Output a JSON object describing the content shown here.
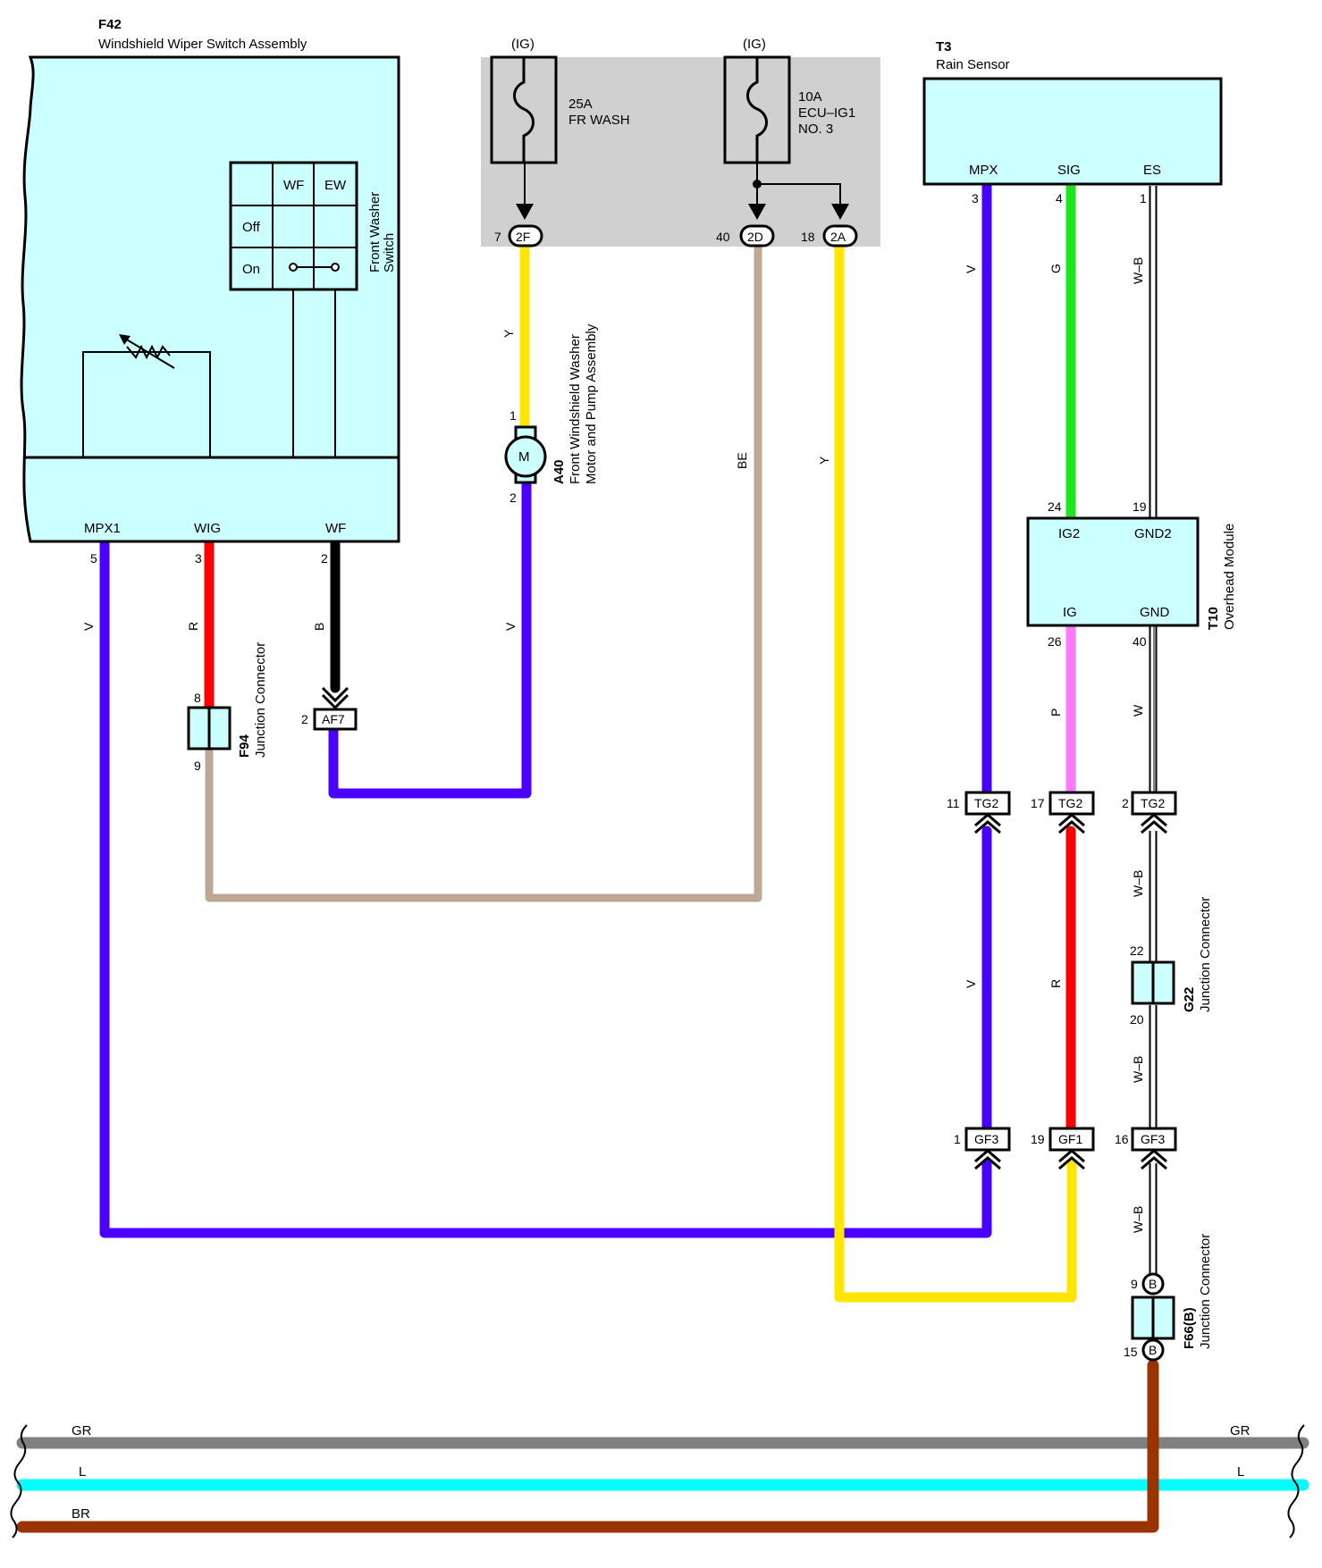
{
  "colors": {
    "V": "#4b00ff",
    "Y": "#ffe600",
    "BE": "#bca895",
    "R": "#ff0000",
    "B": "#000000",
    "G": "#1ee61e",
    "P": "#ff78ff",
    "GR": "#808080",
    "L": "#00ffff",
    "BR": "#993300",
    "component_fill": "#ccffff",
    "fuse_box": "#d0d0d0"
  },
  "components": {
    "f42": {
      "code": "F42",
      "name": "Windshield Wiper Switch Assembly",
      "switch_label_1": "Front Washer",
      "switch_label_2": "Switch",
      "col_wf": "WF",
      "col_ew": "EW",
      "row_off": "Off",
      "row_on": "On",
      "term_mpx1": "MPX1",
      "term_wig": "WIG",
      "term_wf": "WF"
    },
    "fuse_fr_wash": {
      "ig": "(IG)",
      "rating": "25A",
      "name": "FR WASH"
    },
    "fuse_ecu_ig1": {
      "ig": "(IG)",
      "rating": "10A",
      "name_1": "ECU–IG1",
      "name_2": "NO. 3"
    },
    "t3": {
      "code": "T3",
      "name": "Rain Sensor",
      "term_mpx": "MPX",
      "term_sig": "SIG",
      "term_es": "ES"
    },
    "a40": {
      "code": "A40",
      "name_1": "Front Windshield Washer",
      "name_2": "Motor and Pump Assembly",
      "symbol": "M"
    },
    "t10": {
      "code": "T10",
      "name": "Overhead Module",
      "term_ig2": "IG2",
      "term_gnd2": "GND2",
      "term_ig": "IG",
      "term_gnd": "GND"
    },
    "f94": {
      "code": "F94",
      "name": "Junction Connector"
    },
    "g22": {
      "code": "G22",
      "name": "Junction Connector"
    },
    "f66": {
      "code": "F66(B)",
      "name": "Junction Connector",
      "marker": "B"
    }
  },
  "connectors": {
    "c2f": "2F",
    "c2d": "2D",
    "c2a": "2A",
    "af7": "AF7",
    "tg2": "TG2",
    "gf3": "GF3",
    "gf1": "GF1"
  },
  "pins": {
    "p7": "7",
    "p40": "40",
    "p18": "18",
    "t3_mpx": "3",
    "t3_sig": "4",
    "t3_es": "1",
    "a40_1": "1",
    "a40_2": "2",
    "f42_mpx1": "5",
    "f42_wig": "3",
    "f42_wf": "2",
    "af7": "2",
    "f94_in": "8",
    "f94_out": "9",
    "t10_ig2": "24",
    "t10_gnd2": "19",
    "t10_ig": "26",
    "t10_gnd": "40",
    "tg2_v": "11",
    "tg2_p": "17",
    "tg2_w": "2",
    "g22_in": "22",
    "g22_out": "20",
    "gf3_v": "1",
    "gf1_r": "19",
    "gf3_wb": "16",
    "f66_in": "9",
    "f66_out": "15"
  },
  "wire_codes": {
    "y": "Y",
    "v": "V",
    "be": "BE",
    "r": "R",
    "b": "B",
    "g": "G",
    "p": "P",
    "w": "W",
    "wb": "W–B",
    "gr": "GR",
    "l": "L",
    "br": "BR"
  }
}
